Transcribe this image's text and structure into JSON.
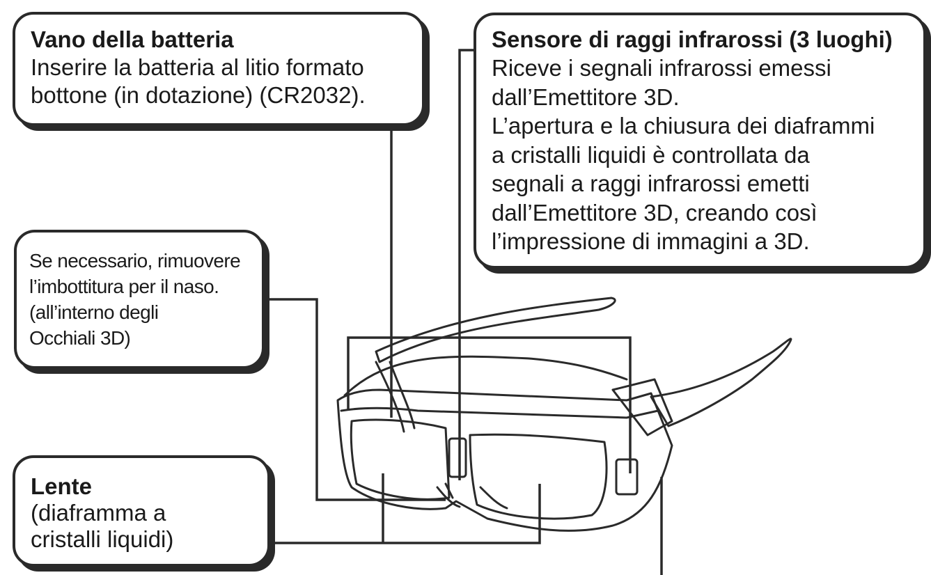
{
  "callouts": {
    "battery": {
      "title": "Vano della batteria",
      "text": "Inserire la batteria al litio formato\nbottone (in dotazione) (CR2032)."
    },
    "sensor": {
      "title": "Sensore di raggi infrarossi (3 luoghi)",
      "text": "Riceve i segnali infrarossi emessi\ndall’Emettitore 3D.\nL’apertura e la chiusura dei diaframmi\na cristalli liquidi è controllata da\nsegnali a raggi infrarossi emetti\ndall’Emettitore 3D, creando così\nl’impressione di immagini a 3D."
    },
    "nose": {
      "text": "Se necessario, rimuovere\nl’imbottitura per il naso.\n(all’interno degli\nOcchiali 3D)"
    },
    "lens": {
      "title": "Lente",
      "text": "(diaframma a\ncristalli liquidi)"
    }
  },
  "colors": {
    "line": "#2a2a2a",
    "background": "#ffffff"
  }
}
